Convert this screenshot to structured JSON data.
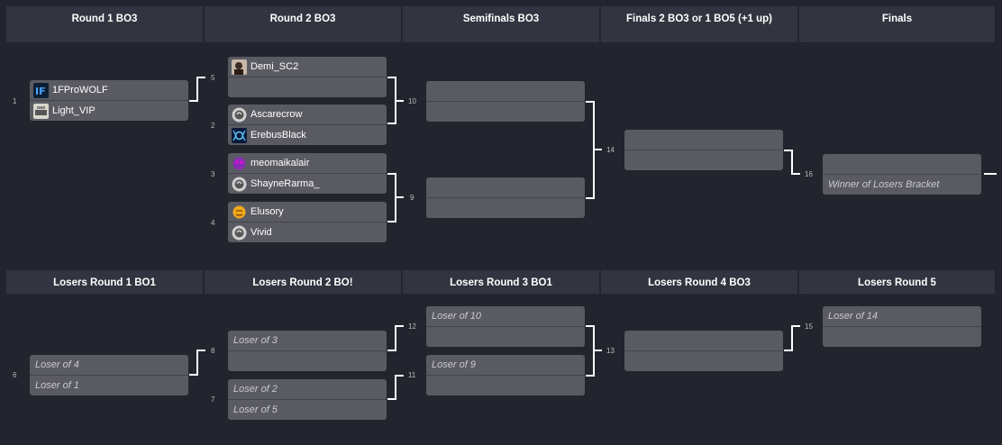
{
  "winners_headers": [
    "Round 1 BO3",
    "Round 2 BO3",
    "Semifinals BO3",
    "Finals 2 BO3 or 1 BO5 (+1 up)",
    "Finals"
  ],
  "losers_headers": [
    "Losers Round 1 BO1",
    "Losers Round 2 BO!",
    "Losers Round 3 BO1",
    "Losers Round 4 BO3",
    "Losers Round 5"
  ],
  "matches": {
    "m1": {
      "num": "1",
      "p1": "1FProWOLF",
      "p2": "Light_VIP"
    },
    "m5": {
      "num": "5",
      "p1": "Demi_SC2",
      "p2": ""
    },
    "m2": {
      "num": "2",
      "p1": "Ascarecrow",
      "p2": "ErebusBlack"
    },
    "m3": {
      "num": "3",
      "p1": "meomaikalair",
      "p2": "ShayneRarma_"
    },
    "m4": {
      "num": "4",
      "p1": "Elusory",
      "p2": "Vivid"
    },
    "m10": {
      "num": "10",
      "p1": "",
      "p2": ""
    },
    "m9": {
      "num": "9",
      "p1": "",
      "p2": ""
    },
    "m14": {
      "num": "14",
      "p1": "",
      "p2": ""
    },
    "m16": {
      "num": "16",
      "p1": "",
      "p2": "Winner of Losers Bracket"
    },
    "m6": {
      "num": "6",
      "p1": "Loser of 4",
      "p2": "Loser of 1"
    },
    "m8": {
      "num": "8",
      "p1": "Loser of 3",
      "p2": ""
    },
    "m7": {
      "num": "7",
      "p1": "Loser of 2",
      "p2": "Loser of 5"
    },
    "m12": {
      "num": "12",
      "p1": "Loser of 10",
      "p2": ""
    },
    "m11": {
      "num": "11",
      "p1": "Loser of 9",
      "p2": ""
    },
    "m13": {
      "num": "13",
      "p1": "",
      "p2": ""
    },
    "m15": {
      "num": "15",
      "p1": "Loser of 14",
      "p2": ""
    }
  },
  "avatars": {
    "1FProWOLF": "team-logo-icon",
    "Light_VIP": "team-logo-icon",
    "Demi_SC2": "user-photo-icon",
    "Ascarecrow": "default-avatar-icon",
    "ErebusBlack": "team-logo-icon",
    "meomaikalair": "user-avatar-icon",
    "ShayneRarma_": "default-avatar-icon",
    "Elusory": "user-avatar-icon",
    "Vivid": "default-avatar-icon"
  },
  "colors": {
    "background": "#22252e",
    "header": "#32353f",
    "slot": "#5a5b62",
    "connector": "#ffffff"
  }
}
